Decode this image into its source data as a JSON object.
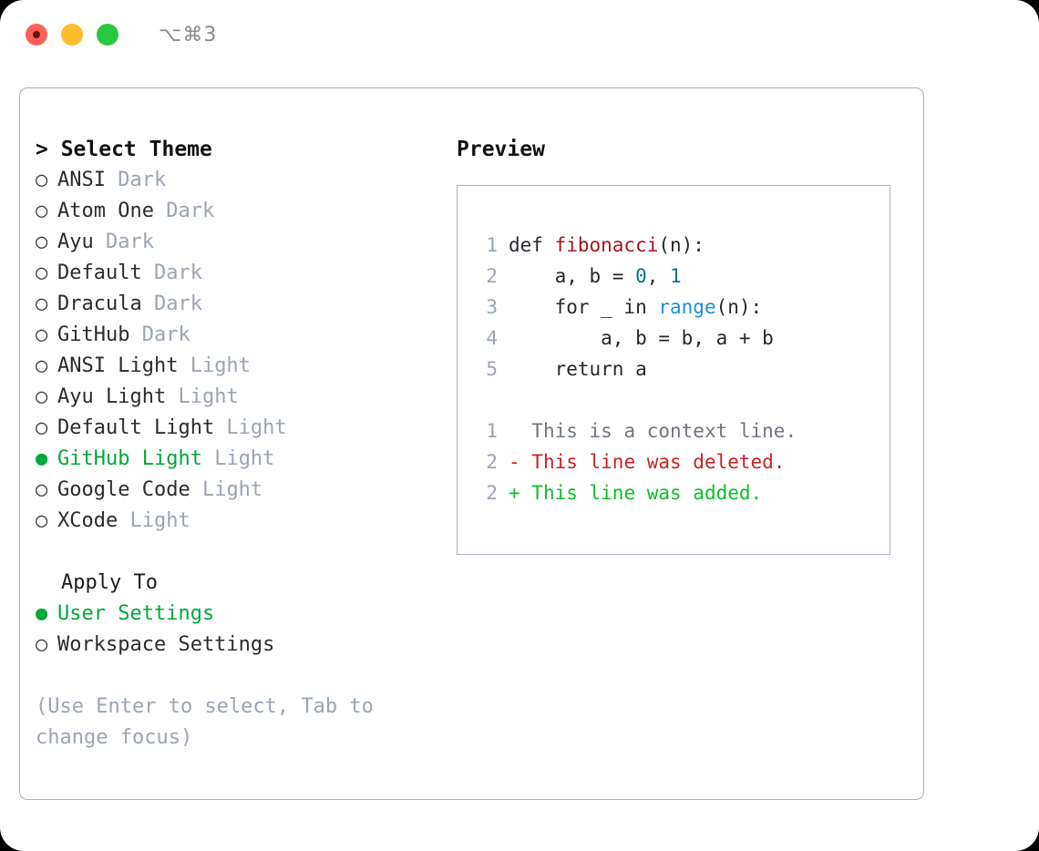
{
  "titlebar": {
    "traffic_lights": [
      "close",
      "minimize",
      "maximize"
    ],
    "shortcut": "⌥⌘3"
  },
  "theme_picker": {
    "heading": "> Select Theme",
    "bullet_selected": "●",
    "bullet_unselected": "○",
    "selected_color": "#00a83a",
    "tag_color": "#9aa5b4",
    "items": [
      {
        "label": "ANSI",
        "tag": "Dark",
        "selected": false
      },
      {
        "label": "Atom One",
        "tag": "Dark",
        "selected": false
      },
      {
        "label": "Ayu",
        "tag": "Dark",
        "selected": false
      },
      {
        "label": "Default",
        "tag": "Dark",
        "selected": false
      },
      {
        "label": "Dracula",
        "tag": "Dark",
        "selected": false
      },
      {
        "label": "GitHub",
        "tag": "Dark",
        "selected": false
      },
      {
        "label": "ANSI Light",
        "tag": "Light",
        "selected": false
      },
      {
        "label": "Ayu Light",
        "tag": "Light",
        "selected": false
      },
      {
        "label": "Default Light",
        "tag": "Light",
        "selected": false
      },
      {
        "label": "GitHub Light",
        "tag": "Light",
        "selected": true
      },
      {
        "label": "Google Code",
        "tag": "Light",
        "selected": false
      },
      {
        "label": "XCode",
        "tag": "Light",
        "selected": false
      }
    ]
  },
  "apply_to": {
    "heading": "Apply To",
    "items": [
      {
        "label": "User Settings",
        "selected": true
      },
      {
        "label": "Workspace Settings",
        "selected": false
      }
    ]
  },
  "hint": "(Use Enter to select, Tab to change focus)",
  "preview": {
    "title": "Preview",
    "code_lines": [
      {
        "num": "1",
        "tokens": [
          {
            "t": "def ",
            "c": "plain"
          },
          {
            "t": "fibonacci",
            "c": "fn"
          },
          {
            "t": "(n):",
            "c": "plain"
          }
        ]
      },
      {
        "num": "2",
        "tokens": [
          {
            "t": "    a, b = ",
            "c": "plain"
          },
          {
            "t": "0",
            "c": "num"
          },
          {
            "t": ", ",
            "c": "plain"
          },
          {
            "t": "1",
            "c": "num"
          }
        ]
      },
      {
        "num": "3",
        "tokens": [
          {
            "t": "    for _ in ",
            "c": "plain"
          },
          {
            "t": "range",
            "c": "bi"
          },
          {
            "t": "(n):",
            "c": "plain"
          }
        ]
      },
      {
        "num": "4",
        "tokens": [
          {
            "t": "        a, b = b, a + b",
            "c": "plain"
          }
        ]
      },
      {
        "num": "5",
        "tokens": [
          {
            "t": "    return a",
            "c": "plain"
          }
        ]
      }
    ],
    "diff_lines": [
      {
        "num": "1",
        "marker": "  ",
        "text": "This is a context line.",
        "kind": "ctx"
      },
      {
        "num": "2",
        "marker": "- ",
        "text": "This line was deleted.",
        "kind": "del"
      },
      {
        "num": "2",
        "marker": "+ ",
        "text": "This line was added.",
        "kind": "add"
      }
    ],
    "syntax_colors": {
      "function": "#a31621",
      "number": "#0b7285",
      "builtin": "#1f8fd4",
      "plain": "#24292e",
      "line_number": "#9aa5b4",
      "diff_context": "#6e7781",
      "diff_deleted": "#cc2222",
      "diff_added": "#0bbf28"
    }
  }
}
